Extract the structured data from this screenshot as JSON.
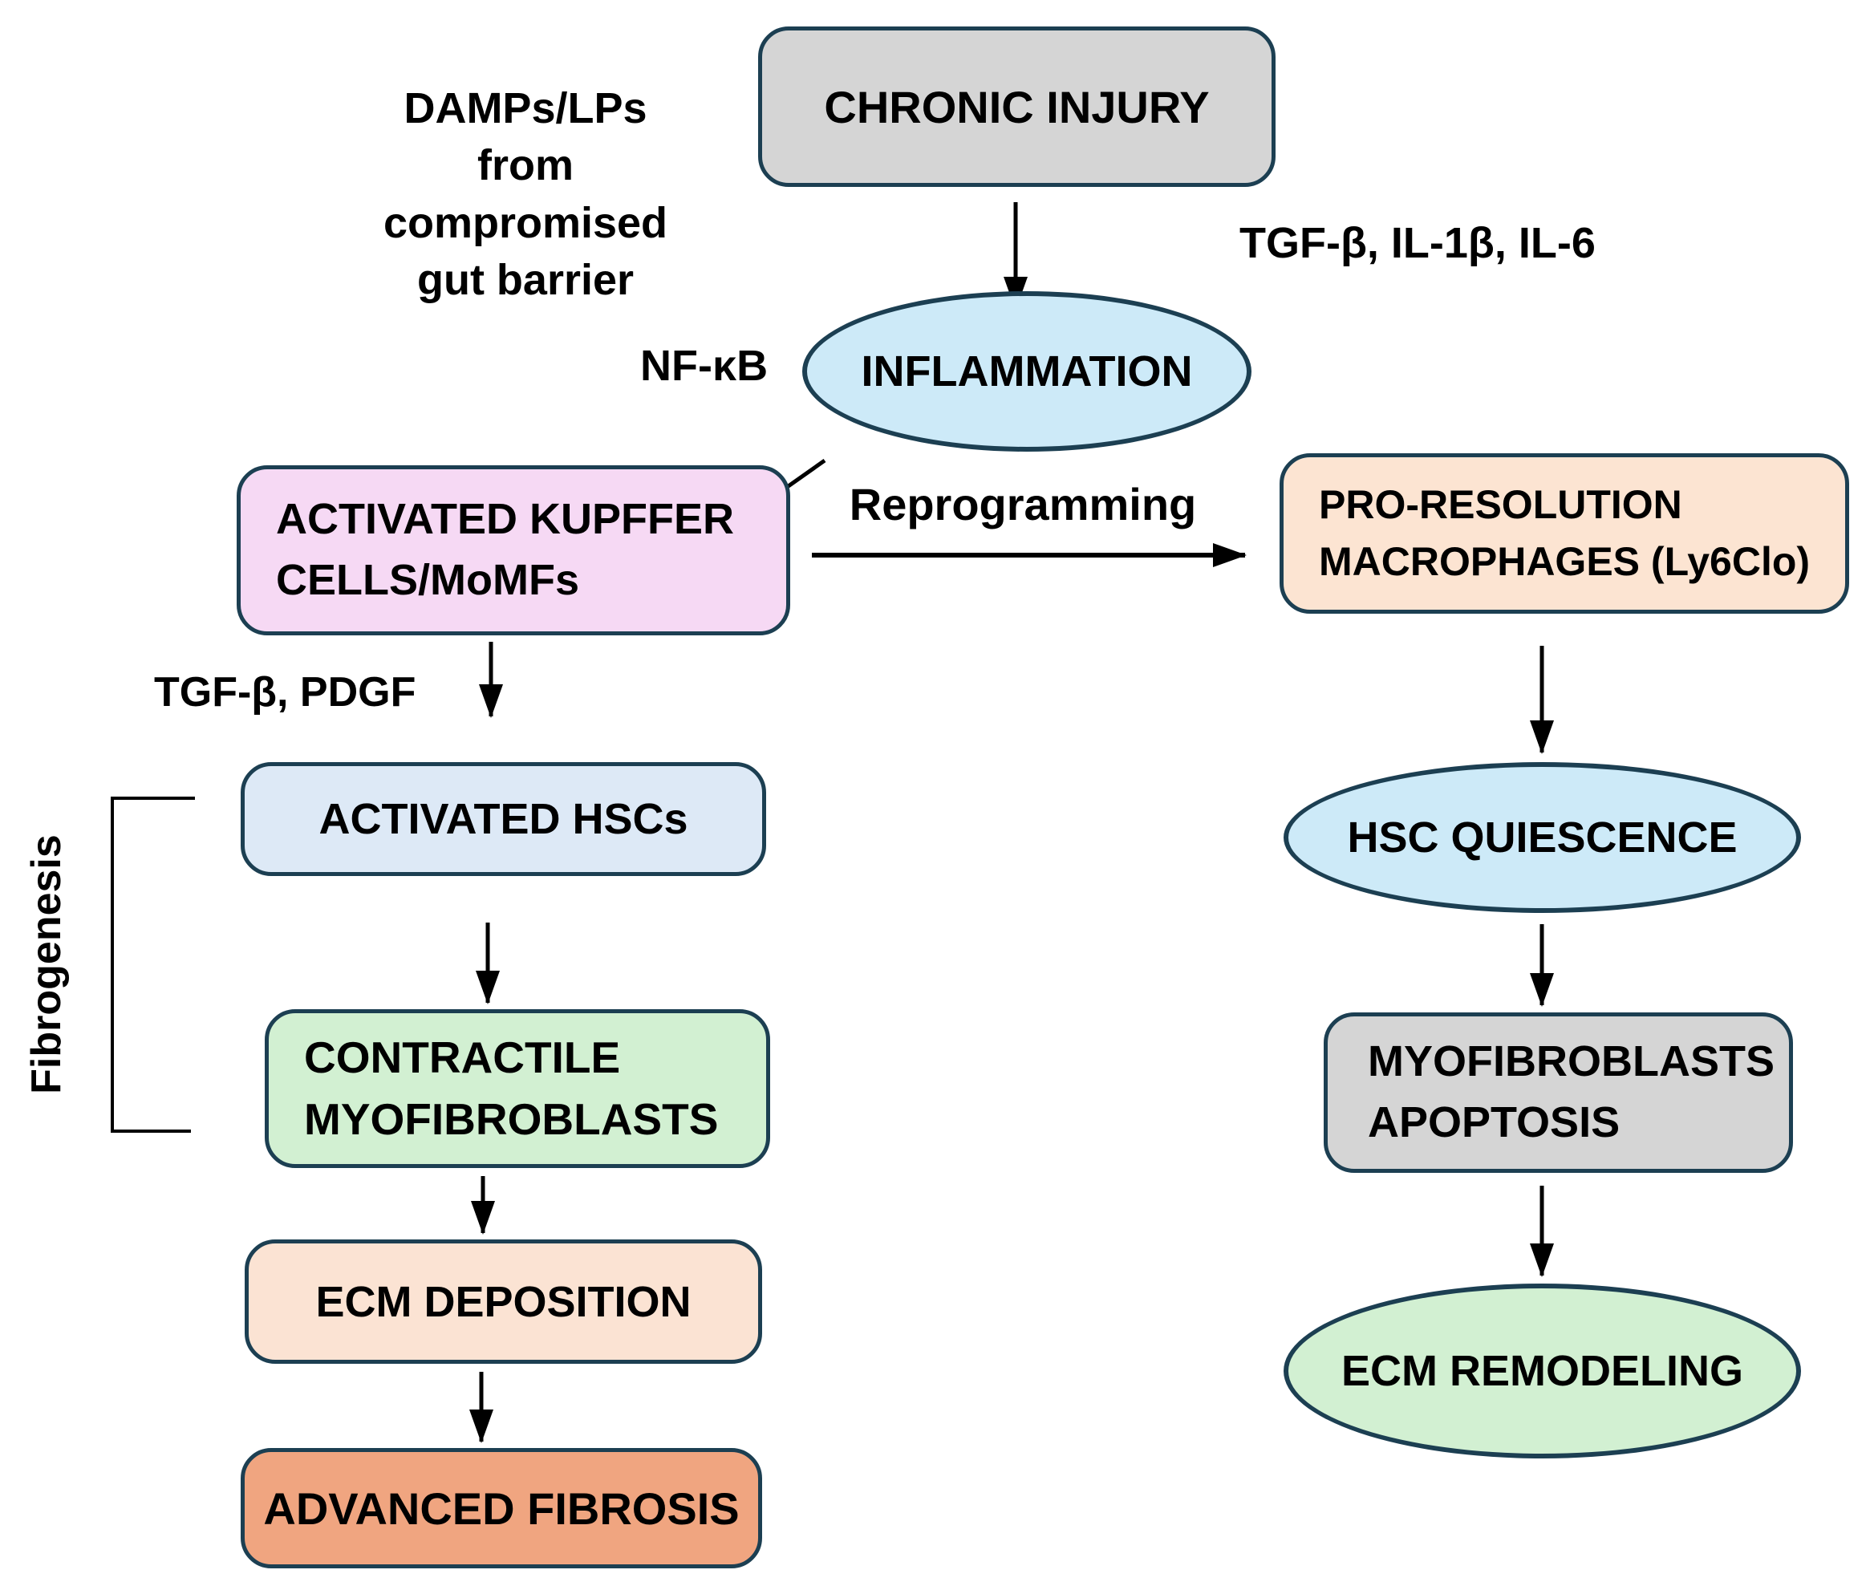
{
  "diagram": {
    "nodes": {
      "chronic_injury": {
        "label": "CHRONIC INJURY",
        "fill": "#d5d5d5"
      },
      "inflammation": {
        "label": "INFLAMMATION",
        "fill": "#cdeaf8"
      },
      "activated_kupffer": {
        "line1": "ACTIVATED KUPFFER",
        "line2": "CELLS/MoMFs",
        "fill": "#f6d9f4"
      },
      "pro_resolution_macrophages": {
        "line1": "PRO-RESOLUTION",
        "line2": "MACROPHAGES (Ly6Clo)",
        "fill": "#fce4d2"
      },
      "activated_hscs": {
        "label": "ACTIVATED HSCs",
        "fill": "#dde9f6"
      },
      "contractile_myofibroblasts": {
        "line1": "CONTRACTILE",
        "line2": "MYOFIBROBLASTS",
        "fill": "#d2f0d2"
      },
      "ecm_deposition": {
        "label": "ECM DEPOSITION",
        "fill": "#fbe3d3"
      },
      "advanced_fibrosis": {
        "label": "ADVANCED FIBROSIS",
        "fill": "#f0a580"
      },
      "hsc_quiescence": {
        "label": "HSC QUIESCENCE",
        "fill": "#cdeaf8"
      },
      "myofibroblasts_apoptosis": {
        "line1": "MYOFIBROBLASTS",
        "line2": "APOPTOSIS",
        "fill": "#d5d5d5"
      },
      "ecm_remodeling": {
        "label": "ECM REMODELING",
        "fill": "#d2f0d2"
      }
    },
    "labels": {
      "damps": "DAMPs/LPs\nfrom\ncompromised\ngut barrier",
      "cytokines": "TGF-β, IL-1β, IL-6",
      "nfkb": "NF-κB",
      "reprogramming": "Reprogramming",
      "tgfb_pdgf": "TGF-β, PDGF",
      "fibrogenesis": "Fibrogenesis"
    },
    "colors": {
      "border": "#1c3f52",
      "arrow": "#000000",
      "background": "#ffffff",
      "gray_fill": "#d5d5d5",
      "blue_fill": "#cdeaf8",
      "pink_fill": "#f6d9f4",
      "peach_fill": "#fce4d2",
      "pale_blue_fill": "#dde9f6",
      "green_fill": "#d2f0d2",
      "light_peach_fill": "#fbe3d3",
      "orange_fill": "#f0a580"
    }
  }
}
